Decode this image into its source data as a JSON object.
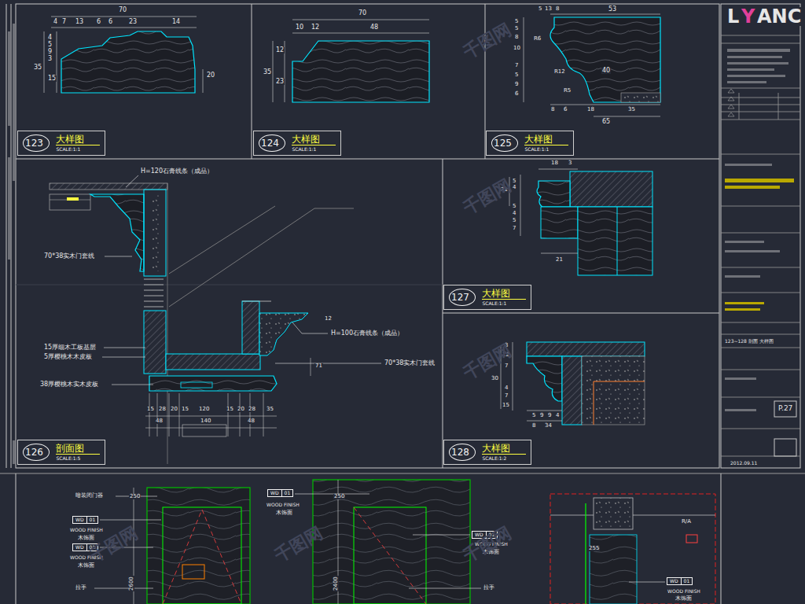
{
  "diagram": {
    "nodes": [
      {
        "text": [
          "123",
          "大样图",
          "SCALE:1:1"
        ]
      },
      {
        "text": [
          "124",
          "大样图",
          "SCALE:1:1"
        ]
      },
      {
        "text": [
          "125",
          "大样图",
          "SCALE:1:1"
        ]
      },
      {
        "text": [
          "126",
          "剖面图",
          "SCALE:1:5"
        ]
      },
      {
        "text": [
          "127",
          "大样图",
          "SCALE:1:1"
        ]
      },
      {
        "text": [
          "128",
          "大样图",
          "SCALE:1:2"
        ]
      },
      {
        "text": [
          "WD",
          "01"
        ]
      },
      {
        "text": [
          "WD",
          "01"
        ]
      },
      {
        "text": [
          "WD",
          "01"
        ]
      },
      {
        "text": [
          "WD",
          "01"
        ]
      },
      {
        "text": [
          "WD",
          "01"
        ]
      }
    ],
    "labels": [
      "70",
      "4",
      "7",
      "13",
      "6",
      "6",
      "23",
      "14",
      "35",
      "4",
      "5",
      "9",
      "3",
      "15",
      "20",
      "70",
      "10",
      "12",
      "48",
      "12",
      "23",
      "35",
      "5",
      "13",
      "8",
      "53",
      "5",
      "5",
      "8",
      "10",
      "7",
      "5",
      "9",
      "6",
      "R6",
      "R12",
      "R5",
      "40",
      "8",
      "6",
      "18",
      "35",
      "65",
      "H=120石膏线条（成品）",
      "70*38实木门套线",
      "15厚细木工板基层",
      "5厚樱桃木木皮板",
      "38厚樱桃木实木皮板",
      "H=100石膏线条（成品）",
      "70*38实木门套线",
      "12",
      "71",
      "15",
      "28",
      "20",
      "15",
      "120",
      "15",
      "20",
      "28",
      "35",
      "48",
      "140",
      "48",
      "18",
      "3",
      "21",
      "5",
      "4",
      "5",
      "4",
      "5",
      "7",
      "21",
      "3",
      "12",
      "7",
      "30",
      "4",
      "7",
      "15",
      "5",
      "9",
      "9",
      "4",
      "8",
      "34",
      "123~128 剖面 大样图",
      "2012.09.11",
      "P.27",
      "L",
      "Y",
      "ANC",
      "暗装闭门器",
      "WOOD FINISH",
      "木饰面",
      "WOOD FINISH",
      "木饰面",
      "WOOD FINISH",
      "木饰面",
      "WOOD FINISH",
      "木饰面",
      "WOOD FINISH",
      "木饰面",
      "拉手",
      "拉手",
      "2600",
      "2400",
      "250",
      "250",
      "R/A",
      "255",
      "千图网",
      "千图网",
      "千图网",
      "千图网",
      "千图网",
      "千图网"
    ]
  }
}
